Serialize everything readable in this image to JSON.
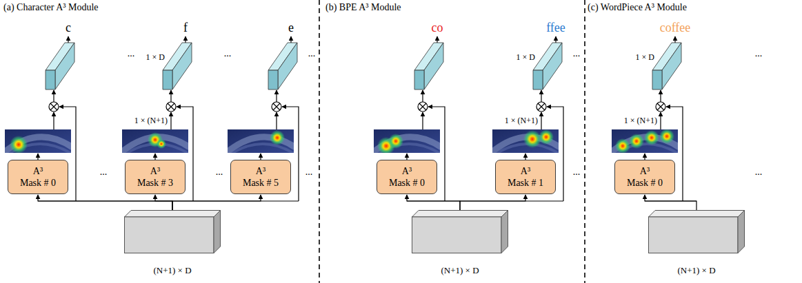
{
  "diagram": {
    "nodes": [
      {
        "text": [
          "A³",
          "Mask # 0"
        ]
      },
      {
        "text": [
          "A³",
          "Mask # 3"
        ]
      },
      {
        "text": [
          "A³",
          "Mask # 5"
        ]
      },
      {
        "text": [
          "(N+1) × D"
        ]
      },
      {
        "text": [
          "A³",
          "Mask # 0"
        ]
      },
      {
        "text": [
          "A³",
          "Mask # 1"
        ]
      },
      {
        "text": [
          "(N+1) × D"
        ]
      },
      {
        "text": [
          "A³",
          "Mask # 0"
        ]
      },
      {
        "text": [
          "(N+1) × D"
        ]
      }
    ],
    "edges": [
      {
        "from": 3,
        "to": 0,
        "arrow": "to"
      },
      {
        "from": 3,
        "to": 1,
        "arrow": "to"
      },
      {
        "from": 3,
        "to": 2,
        "arrow": "to"
      },
      {
        "from": 6,
        "to": 4,
        "arrow": "to"
      },
      {
        "from": 6,
        "to": 5,
        "arrow": "to"
      },
      {
        "from": 8,
        "to": 7,
        "arrow": "to"
      }
    ],
    "labels": [
      "(a) Character A³ Module",
      "(b) BPE A³ Module",
      "(c) WordPiece A³ Module",
      "c",
      "f",
      "e",
      "co",
      "ffee",
      "coffee",
      "1 × D",
      "1 × (N+1)",
      "1 × D",
      "1 × (N+1)",
      "1 × D",
      "1 × (N+1)",
      "...",
      "...",
      "...",
      "...",
      "...",
      "...",
      "...",
      "...",
      "...",
      "..."
    ]
  }
}
